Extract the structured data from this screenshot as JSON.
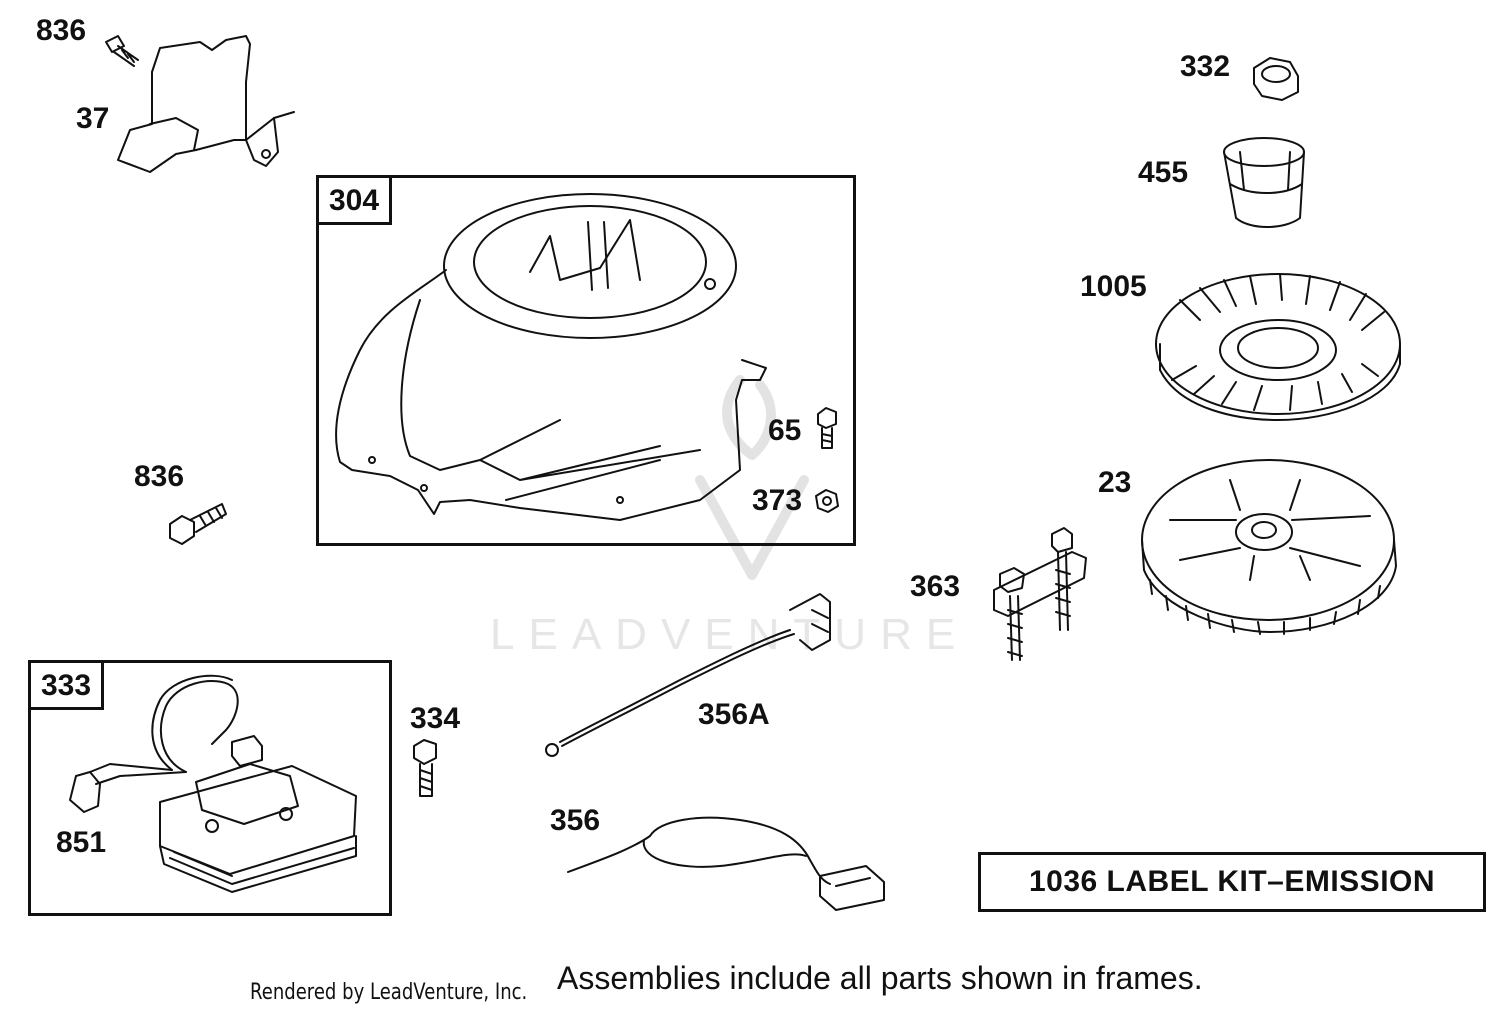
{
  "watermark": "LEADVENTURE",
  "frames": {
    "blower_housing": "304",
    "ignition": "333"
  },
  "labels": {
    "p836_top": "836",
    "p37": "37",
    "p836_mid": "836",
    "p65": "65",
    "p373": "373",
    "p332": "332",
    "p455": "455",
    "p1005": "1005",
    "p23": "23",
    "p363": "363",
    "p356A": "356A",
    "p334": "334",
    "p851": "851",
    "p356": "356"
  },
  "kit_label": "1036 LABEL KIT–EMISSION",
  "footer": {
    "rendered_by": "Rendered by LeadVenture, Inc.",
    "assemblies_note": "Assemblies include all parts shown in frames."
  }
}
